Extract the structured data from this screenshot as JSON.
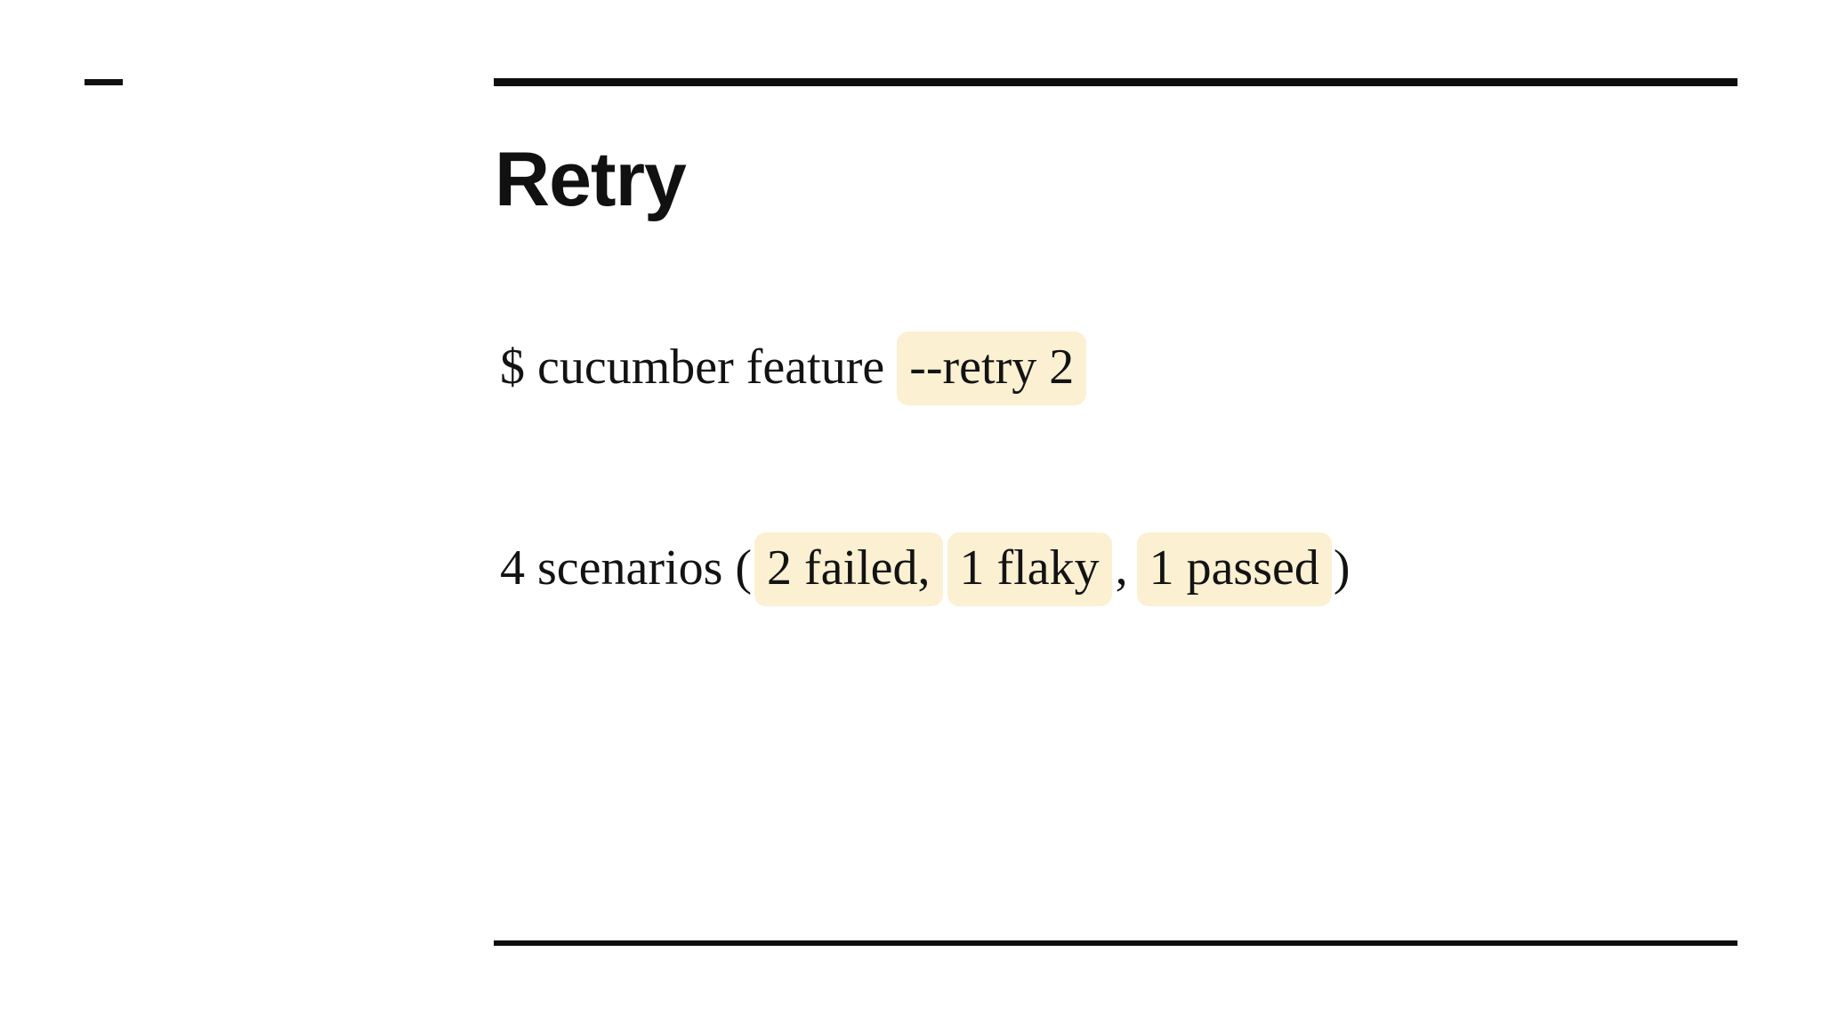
{
  "slide": {
    "title": "Retry",
    "command": {
      "prefix": "$ cucumber feature",
      "flag": "--retry 2"
    },
    "results": {
      "prefix": "4 scenarios (",
      "failed": "2 failed,",
      "flaky": "1 flaky",
      "separator": ",",
      "passed": "1 passed",
      "suffix": ")"
    },
    "colors": {
      "highlight": "#fbf0d2",
      "ink": "#111111",
      "background": "#ffffff"
    }
  }
}
